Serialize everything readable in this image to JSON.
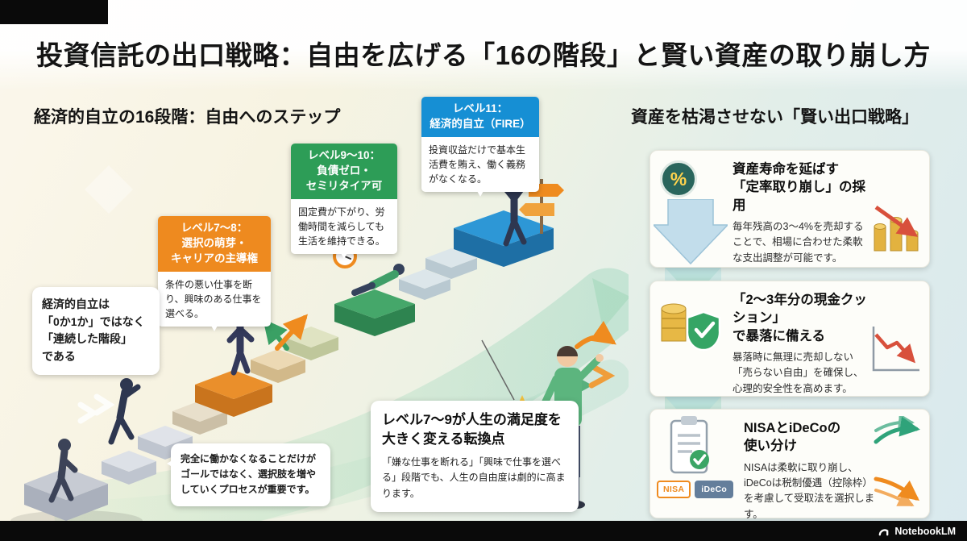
{
  "page": {
    "title": "投資信託の出口戦略：自由を広げる「16の階段」と賢い資産の取り崩し方",
    "footer": {
      "brand": "NotebookLM"
    }
  },
  "colors": {
    "orange": "#ee8a1f",
    "green": "#2d9d57",
    "blue": "#168fd4"
  },
  "icons": {
    "percent": "%"
  },
  "stairs": {
    "heading": "経済的自立の16段階：自由へのステップ",
    "levels": [
      {
        "header": "レベル7～8：\n選択の萌芽・\nキャリアの主導権",
        "body": "条件の悪い仕事を断り、興味のある仕事を選べる。"
      },
      {
        "header": "レベル9～10：\n負債ゼロ・\nセミリタイア可",
        "body": "固定費が下がり、労働時間を減らしても生活を維持できる。"
      },
      {
        "header": "レベル11：\n経済的自立（FIRE）",
        "body": "投資収益だけで基本生活費を賄え、働く義務がなくなる。"
      }
    ],
    "bubble_left": "経済的自立は\n「0か1か」ではなく\n「連続した階段」\nである",
    "bubble_bottom": "完全に働かなくなることだけがゴールではなく、選択肢を増やしていくプロセスが重要です。",
    "turning_point": {
      "title": "レベル7～9が人生の満足度を\n大きく変える転換点",
      "body": "「嫌な仕事を断れる」「興味で仕事を選べる」段階でも、人生の自由度は劇的に高まります。"
    }
  },
  "strategy": {
    "heading": "資産を枯渇させない「賢い出口戦略」",
    "cards": [
      {
        "title": "資産寿命を延ばす\n「定率取り崩し」の採用",
        "body": "毎年残高の3～4%を売却することで、相場に合わせた柔軟な支出調整が可能です。"
      },
      {
        "title": "「2～3年分の現金クッション」\nで暴落に備える",
        "body": "暴落時に無理に売却しない「売らない自由」を確保し、心理的安全性を高めます。"
      },
      {
        "title": "NISAとiDeCoの\n使い分け",
        "body": "NISAは柔軟に取り崩し、iDeCoは税制優遇（控除枠）を考慮して受取法を選択します。",
        "badges": [
          "NISA",
          "iDeCo"
        ]
      }
    ]
  }
}
